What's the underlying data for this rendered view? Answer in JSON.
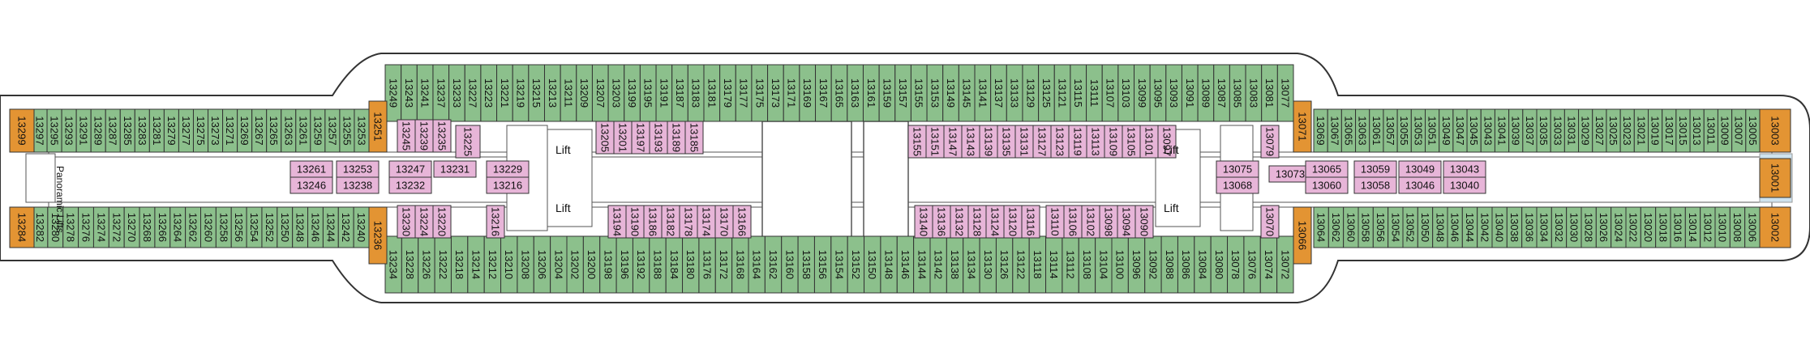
{
  "colors": {
    "green": "#8cc08c",
    "pink": "#e7b5d8",
    "orange": "#e39433",
    "hull": "#ffffff",
    "outline": "#333333",
    "grey": "#c9ced3",
    "lightblue": "#cfe3ee"
  },
  "labels": {
    "lift_1": "Lift",
    "lift_2": "Lift",
    "lift_3": "Lift",
    "lift_4": "Lift",
    "panoramic_lifts": "Panoramic Lifts"
  },
  "cabins": {
    "top_left": [
      "13297",
      "13295",
      "13293",
      "13291",
      "13289",
      "13287",
      "13285",
      "13283",
      "13281",
      "13279",
      "13277",
      "13275",
      "13273",
      "13271",
      "13269",
      "13267",
      "13265",
      "13263",
      "13261",
      "13259",
      "13257",
      "13255",
      "13253"
    ],
    "top_center": [
      "13249",
      "13243",
      "13241",
      "13237",
      "13233",
      "13227",
      "13223",
      "13221",
      "13219",
      "13215",
      "13213",
      "13211",
      "13209",
      "13207",
      "13203",
      "13199",
      "13195",
      "13191",
      "13187",
      "13183",
      "13181",
      "13179",
      "13177",
      "13175",
      "13173",
      "13171",
      "13169",
      "13167",
      "13165",
      "13163",
      "13161",
      "13159",
      "13157",
      "13155",
      "13153",
      "13149",
      "13145",
      "13141",
      "13137",
      "13133",
      "13129",
      "13125",
      "13121",
      "13115",
      "13111",
      "13107",
      "13103",
      "13099",
      "13095",
      "13093",
      "13091",
      "13089",
      "13087",
      "13085",
      "13083",
      "13081",
      "13077"
    ],
    "top_right": [
      "13069",
      "13067",
      "13065",
      "13063",
      "13061",
      "13057",
      "13055",
      "13053",
      "13051",
      "13049",
      "13047",
      "13045",
      "13043",
      "13041",
      "13039",
      "13037",
      "13035",
      "13033",
      "13031",
      "13029",
      "13027",
      "13025",
      "13023",
      "13021",
      "13019",
      "13017",
      "13015",
      "13013",
      "13011",
      "13009",
      "13007",
      "13005"
    ],
    "bottom_left": [
      "13282",
      "13280",
      "13278",
      "13276",
      "13274",
      "13272",
      "13270",
      "13268",
      "13266",
      "13264",
      "13262",
      "13260",
      "13258",
      "13256",
      "13254",
      "13252",
      "13250",
      "13248",
      "13246",
      "13244",
      "13242",
      "13240"
    ],
    "bottom_center": [
      "13234",
      "13228",
      "13226",
      "13222",
      "13218",
      "13214",
      "13212",
      "13210",
      "13208",
      "13206",
      "13204",
      "13202",
      "13200",
      "13198",
      "13196",
      "13192",
      "13188",
      "13184",
      "13180",
      "13176",
      "13172",
      "13168",
      "13164",
      "13162",
      "13160",
      "13158",
      "13156",
      "13154",
      "13152",
      "13150",
      "13148",
      "13146",
      "13144",
      "13142",
      "13138",
      "13134",
      "13130",
      "13126",
      "13122",
      "13118",
      "13114",
      "13112",
      "13108",
      "13104",
      "13100",
      "13096",
      "13092",
      "13088",
      "13086",
      "13084",
      "13080",
      "13078",
      "13076",
      "13074",
      "13072"
    ],
    "bottom_right": [
      "13064",
      "13062",
      "13060",
      "13058",
      "13056",
      "13054",
      "13052",
      "13050",
      "13048",
      "13046",
      "13044",
      "13042",
      "13040",
      "13038",
      "13036",
      "13034",
      "13032",
      "13030",
      "13028",
      "13026",
      "13024",
      "13022",
      "13020",
      "13018",
      "13016",
      "13014",
      "13012",
      "13010",
      "13008",
      "13006"
    ],
    "aft_suites": [
      "13299",
      "13284"
    ],
    "stair_cabins": [
      "13251",
      "13236",
      "13071",
      "13066"
    ],
    "fwd_suites": [
      "13003",
      "13001",
      "13002"
    ],
    "inner_top": [
      "13245",
      "13239",
      "13235",
      "13225",
      "13205",
      "13201",
      "13197",
      "13193",
      "13189",
      "13185",
      "13155",
      "13151",
      "13147",
      "13143",
      "13139",
      "13135",
      "13131",
      "13127",
      "13123",
      "13119",
      "13113",
      "13109",
      "13105",
      "13101",
      "13097",
      "13079"
    ],
    "inner_bottom": [
      "13230",
      "13224",
      "13220",
      "13216",
      "13194",
      "13190",
      "13186",
      "13182",
      "13178",
      "13174",
      "13170",
      "13166",
      "13140",
      "13136",
      "13132",
      "13128",
      "13124",
      "13120",
      "13116",
      "13110",
      "13106",
      "13102",
      "13098",
      "13094",
      "13090",
      "13070"
    ],
    "horizontal": [
      "13261",
      "13246",
      "13253",
      "13238",
      "13247",
      "13232",
      "13231",
      "13229",
      "13216",
      "13075",
      "13068",
      "13073",
      "13065",
      "13060",
      "13059",
      "13058",
      "13049",
      "13046",
      "13043",
      "13040"
    ]
  }
}
